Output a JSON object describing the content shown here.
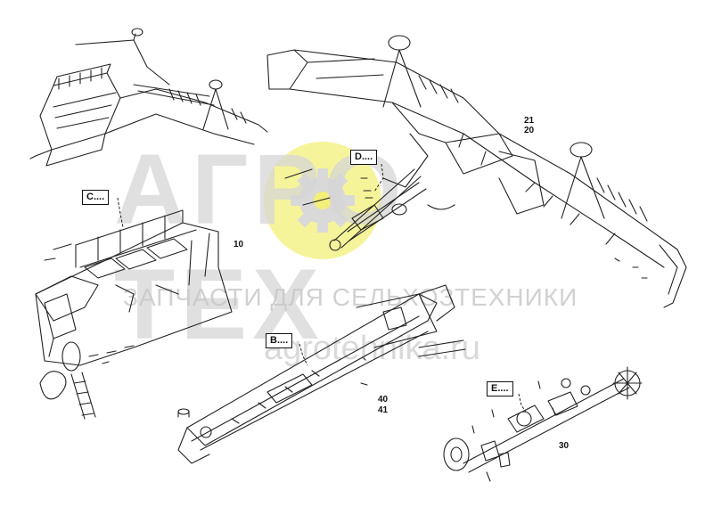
{
  "watermark": {
    "brand_left": "АГРО",
    "brand_right": "ТЕХ",
    "subtitle": "ЗАПЧАСТИ ДЛЯ СЕЛЬХОЗТЕХНИКИ",
    "url": "agrotehnika.ru",
    "accent_color": "#f3f07a"
  },
  "callouts": {
    "c": "C....",
    "d": "D....",
    "b": "B....",
    "e": "E...."
  },
  "part_numbers": {
    "p21": "21",
    "p20": "20",
    "p10": "10",
    "p40": "40",
    "p41": "41",
    "p30": "30"
  },
  "line_color": "#222222"
}
